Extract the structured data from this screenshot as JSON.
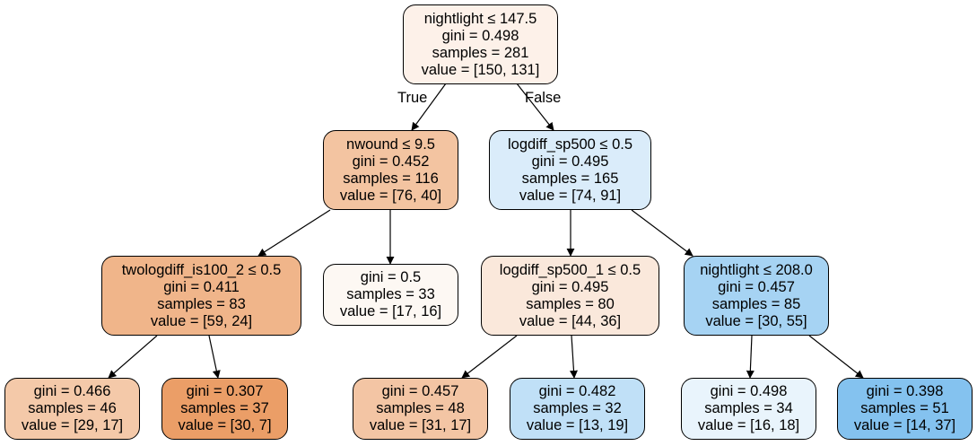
{
  "tree": {
    "edge_labels": {
      "true_label": "True",
      "false_label": "False"
    },
    "nodes": [
      {
        "id": "n0",
        "split": "nightlight ≤ 147.5",
        "gini": "gini = 0.498",
        "samples": "samples = 281",
        "value": "value = [150, 131]",
        "fill": "#fdf1e9"
      },
      {
        "id": "n1",
        "split": "nwound ≤ 9.5",
        "gini": "gini = 0.452",
        "samples": "samples = 116",
        "value": "value = [76, 40]",
        "fill": "#f3c4a1"
      },
      {
        "id": "n2",
        "split": "logdiff_sp500 ≤ 0.5",
        "gini": "gini = 0.495",
        "samples": "samples = 165",
        "value": "value = [74, 91]",
        "fill": "#daecfa"
      },
      {
        "id": "n3",
        "split": "twologdiff_is100_2 ≤ 0.5",
        "gini": "gini = 0.411",
        "samples": "samples = 83",
        "value": "value = [59, 24]",
        "fill": "#f0b58a"
      },
      {
        "id": "n4",
        "split": "",
        "gini": "gini = 0.5",
        "samples": "samples = 33",
        "value": "value = [17, 16]",
        "fill": "#fdf8f3"
      },
      {
        "id": "n5",
        "split": "logdiff_sp500_1 ≤ 0.5",
        "gini": "gini = 0.495",
        "samples": "samples = 80",
        "value": "value = [44, 36]",
        "fill": "#fae8db"
      },
      {
        "id": "n6",
        "split": "nightlight ≤ 208.0",
        "gini": "gini = 0.457",
        "samples": "samples = 85",
        "value": "value = [30, 55]",
        "fill": "#a6d3f3"
      },
      {
        "id": "n7",
        "split": "",
        "gini": "gini = 0.466",
        "samples": "samples = 46",
        "value": "value = [29, 17]",
        "fill": "#f4c9a9"
      },
      {
        "id": "n8",
        "split": "",
        "gini": "gini = 0.307",
        "samples": "samples = 37",
        "value": "value = [30, 7]",
        "fill": "#eb9e67"
      },
      {
        "id": "n9",
        "split": "",
        "gini": "gini = 0.457",
        "samples": "samples = 48",
        "value": "value = [31, 17]",
        "fill": "#f3c5a4"
      },
      {
        "id": "n10",
        "split": "",
        "gini": "gini = 0.482",
        "samples": "samples = 32",
        "value": "value = [13, 19]",
        "fill": "#c0e0f7"
      },
      {
        "id": "n11",
        "split": "",
        "gini": "gini = 0.498",
        "samples": "samples = 34",
        "value": "value = [16, 18]",
        "fill": "#e9f4fc"
      },
      {
        "id": "n12",
        "split": "",
        "gini": "gini = 0.398",
        "samples": "samples = 51",
        "value": "value = [14, 37]",
        "fill": "#84c2ef"
      }
    ]
  }
}
